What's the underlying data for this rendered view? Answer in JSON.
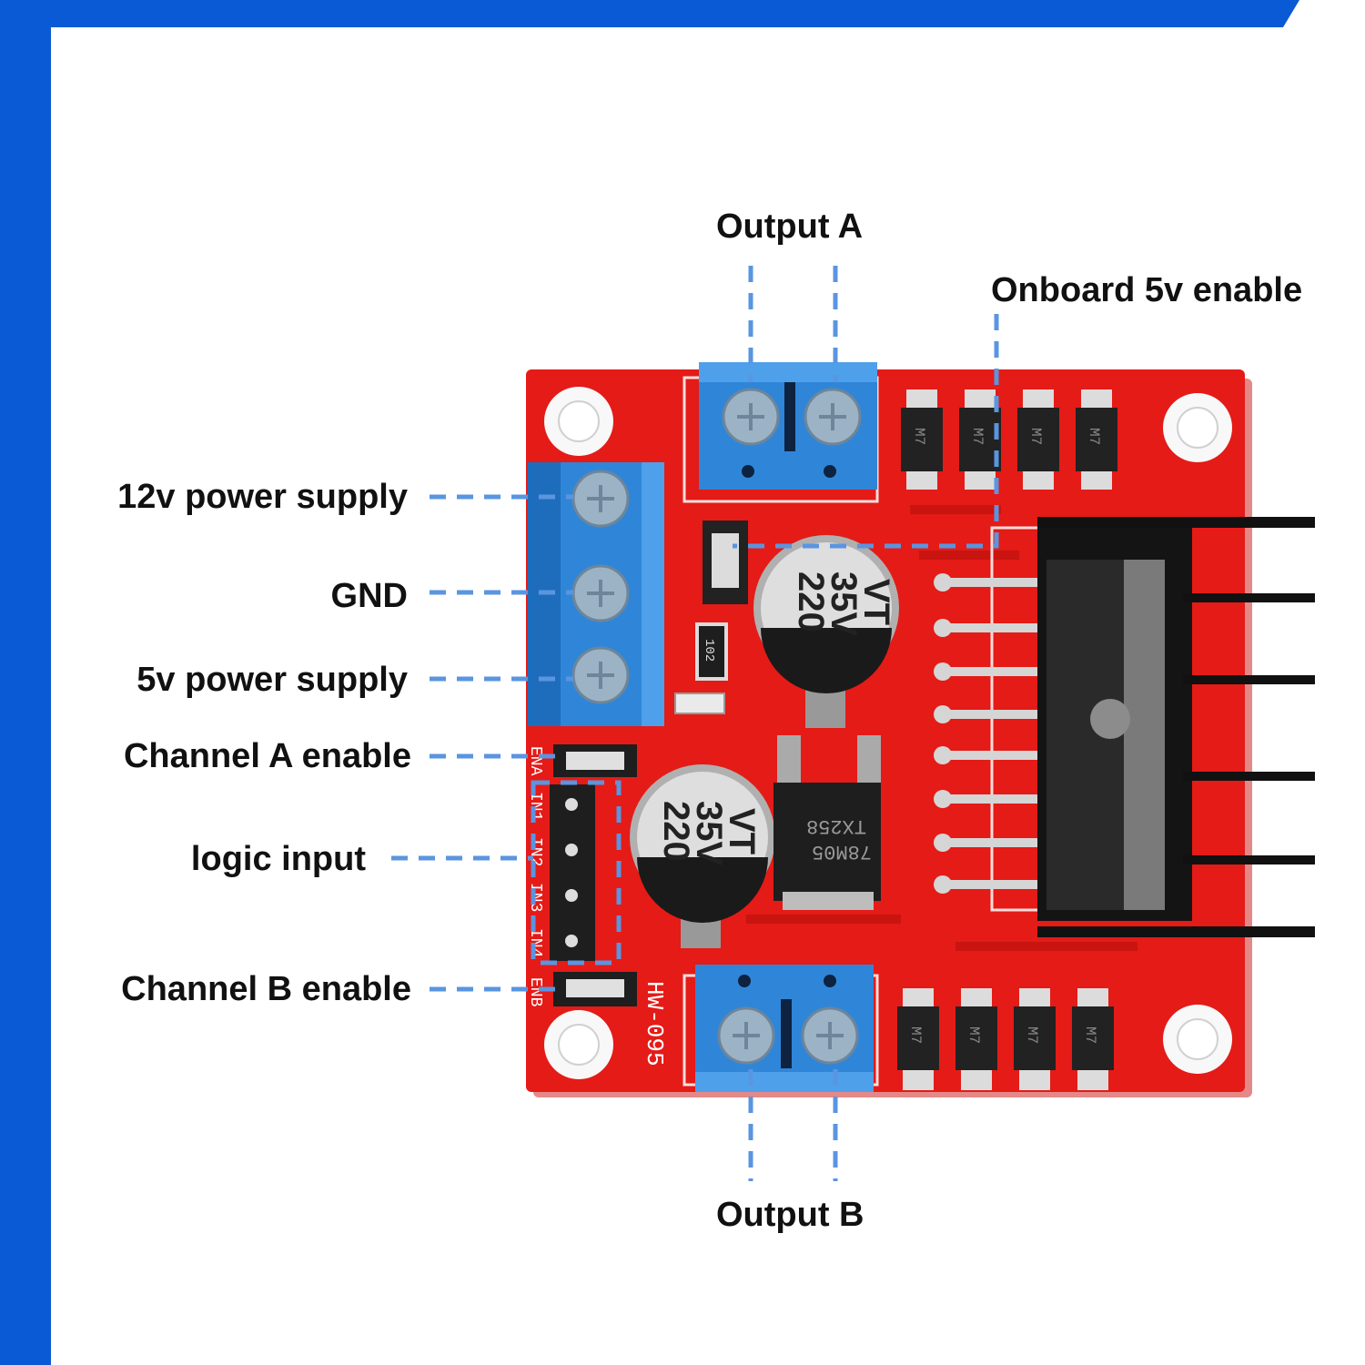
{
  "labels": {
    "output_a": "Output A",
    "onboard_5v_enable": "Onboard 5v enable",
    "power_12v": "12v power supply",
    "gnd": "GND",
    "power_5v": "5v power supply",
    "channel_a_enable": "Channel A enable",
    "logic_input": "logic input",
    "channel_b_enable": "Channel  B enable",
    "output_b": "Output B"
  },
  "board": {
    "model": "HW-095",
    "pin_labels": [
      "ENA",
      "IN1",
      "IN2",
      "IN3",
      "IN4",
      "ENB"
    ],
    "capacitor_text": [
      "220",
      "35V",
      "VT"
    ],
    "regulator_text": [
      "78M05",
      "TX258"
    ],
    "resistor_text": "102",
    "diode_text": "M7"
  },
  "colors": {
    "frame_blue": "#0a5ad6",
    "pcb_red": "#e41b17",
    "terminal_blue": "#3a8fe0",
    "leader_line": "#5a95e0",
    "label_text": "#111111"
  }
}
